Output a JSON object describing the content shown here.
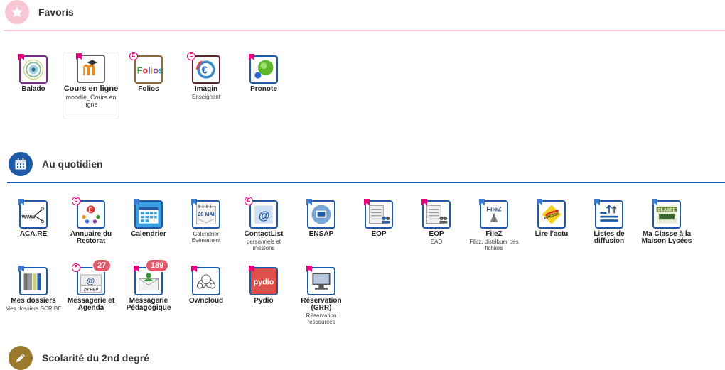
{
  "sections": {
    "favoris": {
      "title": "Favoris",
      "icon": "star-icon",
      "color": "#f7c6d2"
    },
    "quotidien": {
      "title": "Au quotidien",
      "icon": "calendar-icon",
      "color": "#1f5aa6"
    },
    "scolarite": {
      "title": "Scolarité du 2nd degré",
      "icon": "pencil-icon",
      "color": "#9b7a2b"
    }
  },
  "favoris_tiles": [
    {
      "label": "Balado",
      "sub": "",
      "icon": "balado-icon"
    },
    {
      "label": "Cours en ligne",
      "sub": "moodle_Cours en ligne",
      "icon": "moodle-icon"
    },
    {
      "label": "Folios",
      "sub": "",
      "icon": "folios-icon"
    },
    {
      "label": "Imagin",
      "sub": "Enseignant",
      "icon": "imagin-icon"
    },
    {
      "label": "Pronote",
      "sub": "",
      "icon": "pronote-icon"
    }
  ],
  "quotidien_tiles": [
    {
      "label": "ACA.RE",
      "sub": "",
      "icon": "acare-icon"
    },
    {
      "label": "Annuaire du Rectorat",
      "sub": "",
      "icon": "annuaire-icon"
    },
    {
      "label": "Calendrier",
      "sub": "",
      "icon": "calendrier-icon"
    },
    {
      "label": "Calendrier Evènement",
      "sub": "",
      "icon": "calendrier-evenement-icon",
      "date_text": "28 MAI"
    },
    {
      "label": "ContactList",
      "sub": "personnels et missions",
      "icon": "contactlist-icon"
    },
    {
      "label": "ENSAP",
      "sub": "",
      "icon": "ensap-icon"
    },
    {
      "label": "EOP",
      "sub": "",
      "icon": "eop-icon"
    },
    {
      "label": "EOP",
      "sub": "EAD",
      "icon": "eop-ead-icon"
    },
    {
      "label": "FileZ",
      "sub": "Filez, distribuer des fichiers",
      "icon": "filez-icon",
      "logo_text": "FileZ"
    },
    {
      "label": "Lire l'actu",
      "sub": "",
      "icon": "lire-actu-icon",
      "logo_text": "PRESSE"
    },
    {
      "label": "Listes de diffusion",
      "sub": "",
      "icon": "listes-diffusion-icon"
    },
    {
      "label": "Ma Classe à la Maison Lycées",
      "sub": "",
      "icon": "ma-classe-icon",
      "logo_text": "CLASSE"
    },
    {
      "label": "Mes dossiers",
      "sub": "Mes dossiers SCRIBE",
      "icon": "dossiers-icon"
    },
    {
      "label": "Messagerie et Agenda",
      "sub": "",
      "icon": "messagerie-agenda-icon",
      "badge": "27",
      "date_text": "29 FEV"
    },
    {
      "label": "Messagerie Pédagogique",
      "sub": "",
      "icon": "messagerie-pedagogique-icon",
      "badge": "189"
    },
    {
      "label": "Owncloud",
      "sub": "",
      "icon": "owncloud-icon"
    },
    {
      "label": "Pydio",
      "sub": "",
      "icon": "pydio-icon",
      "logo_text": "pydio"
    },
    {
      "label": "Réservation (GRR)",
      "sub": "Réservation ressources",
      "icon": "reservation-icon"
    }
  ]
}
